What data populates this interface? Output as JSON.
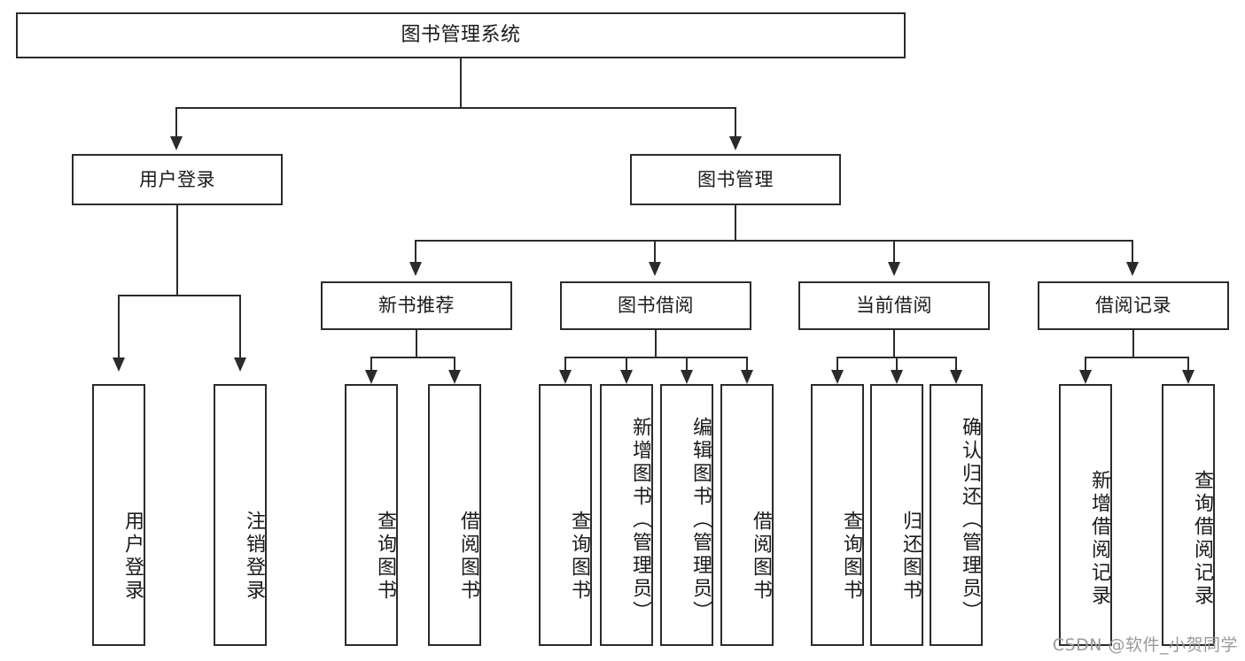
{
  "diagram": {
    "title": "图书管理系统",
    "root": {
      "label": "图书管理系统"
    },
    "level2": [
      {
        "label": "用户登录"
      },
      {
        "label": "图书管理"
      }
    ],
    "level3": [
      {
        "label": "新书推荐"
      },
      {
        "label": "图书借阅"
      },
      {
        "label": "当前借阅"
      },
      {
        "label": "借阅记录"
      }
    ],
    "leaves": {
      "user_login": [
        {
          "label": "用户登录"
        },
        {
          "label": "注销登录"
        }
      ],
      "new_book_recommend": [
        {
          "label": "查询图书"
        },
        {
          "label": "借阅图书"
        }
      ],
      "book_borrow": [
        {
          "label": "查询图书"
        },
        {
          "label": "新增图书（管理员）"
        },
        {
          "label": "编辑图书（管理员）"
        },
        {
          "label": "借阅图书"
        }
      ],
      "current_borrow": [
        {
          "label": "查询图书"
        },
        {
          "label": "归还图书"
        },
        {
          "label": "确认归还（管理员）"
        }
      ],
      "borrow_record": [
        {
          "label": "新增借阅记录"
        },
        {
          "label": "查询借阅记录"
        }
      ]
    }
  },
  "watermark": {
    "text": "CSDN @软件_小贺同学"
  },
  "colors": {
    "stroke": "#2b2b2b",
    "background": "#ffffff",
    "text": "#1a1a1a",
    "watermark": "#9a9a9a"
  }
}
